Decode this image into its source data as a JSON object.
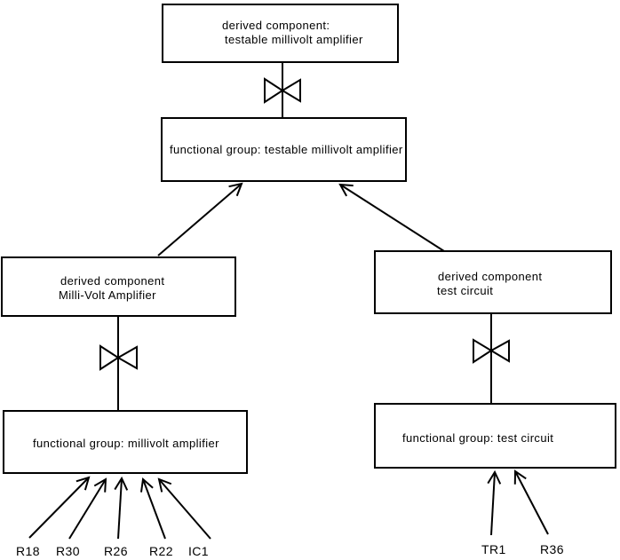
{
  "diagram": {
    "title": "component decomposition diagram",
    "colors": {
      "background": "#ffffff",
      "stroke": "#000000",
      "text": "#000000"
    },
    "nodes": {
      "top_derived": {
        "line1": "derived component:",
        "line2": "testable millivolt amplifier"
      },
      "top_functional": {
        "label": "functional group: testable millivolt amplifier"
      },
      "left_derived": {
        "line1": "derived component",
        "line2": "Milli-Volt Amplifier"
      },
      "right_derived": {
        "line1": "derived component",
        "line2": "test circuit"
      },
      "left_functional": {
        "label": "functional group: millivolt amplifier"
      },
      "right_functional": {
        "label": "functional group: test circuit"
      }
    },
    "leaf_components": {
      "left": [
        "R18",
        "R30",
        "R26",
        "R22",
        "IC1"
      ],
      "right": [
        "TR1",
        "R36"
      ]
    }
  }
}
